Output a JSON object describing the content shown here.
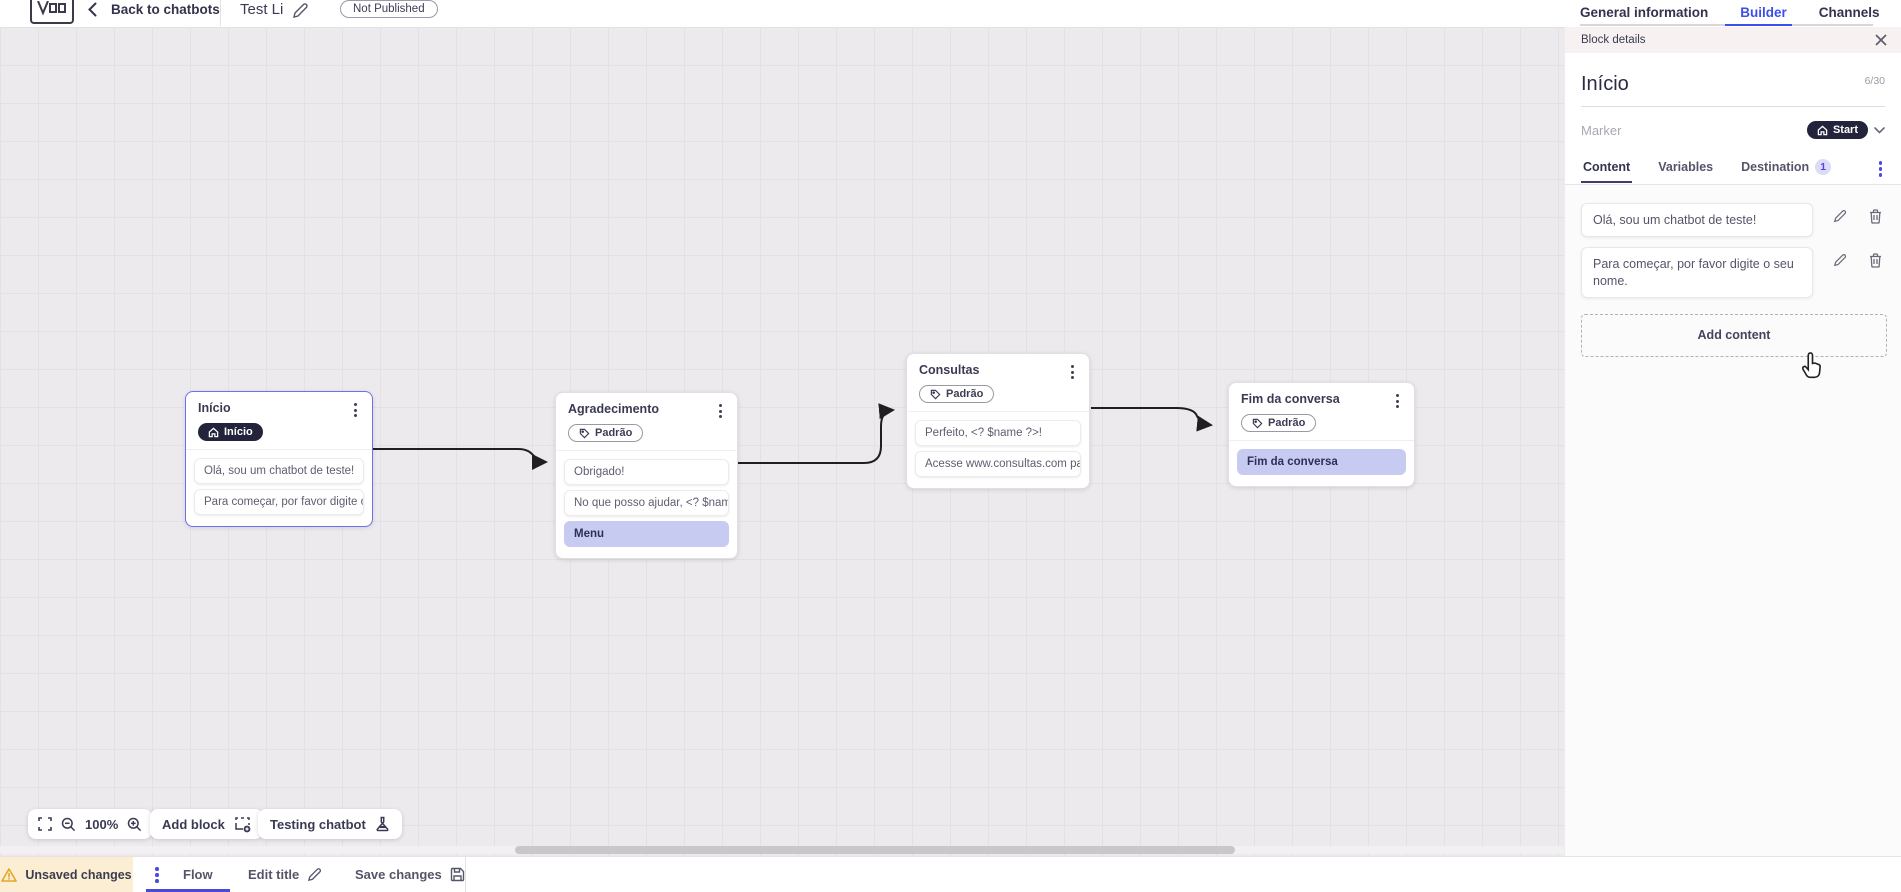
{
  "topbar": {
    "back_label": "Back to chatbots",
    "title": "Test Li",
    "status_badge": "Not Published",
    "tabs": [
      {
        "label": "General information",
        "active": false
      },
      {
        "label": "Builder",
        "active": true
      },
      {
        "label": "Channels",
        "active": false
      }
    ]
  },
  "panel": {
    "header": "Block details",
    "block_name": "Início",
    "char_counter": "6/30",
    "marker_label": "Marker",
    "marker_value": "Start",
    "tabs": [
      {
        "label": "Content",
        "active": true
      },
      {
        "label": "Variables",
        "active": false
      },
      {
        "label": "Destination",
        "active": false,
        "badge": "1"
      }
    ],
    "messages": [
      {
        "text": "Olá, sou um chatbot de teste!"
      },
      {
        "text": "Para começar, por favor digite o seu nome."
      }
    ],
    "add_content_label": "Add content"
  },
  "canvas": {
    "nodes": [
      {
        "title": "Início",
        "badge": "Início",
        "items": [
          {
            "text": "Olá, sou um chatbot de teste!"
          },
          {
            "text": "Para começar, por favor digite o ..."
          }
        ]
      },
      {
        "title": "Agradecimento",
        "badge": "Padrão",
        "items": [
          {
            "text": "Obrigado!"
          },
          {
            "text": "No que posso ajudar, <? $name ..."
          },
          {
            "text": "Menu",
            "highlight": true
          }
        ]
      },
      {
        "title": "Consultas",
        "badge": "Padrão",
        "items": [
          {
            "text": "Perfeito, <? $name ?>!"
          },
          {
            "text": "Acesse www.consultas.com par..."
          }
        ]
      },
      {
        "title": "Fim da conversa",
        "badge": "Padrão",
        "items": [
          {
            "text": "Fim da conversa",
            "highlight": true
          }
        ]
      }
    ],
    "controls": {
      "zoom_level": "100%",
      "add_block_label": "Add block",
      "testing_label": "Testing chatbot"
    }
  },
  "bottombar": {
    "unsaved_label": "Unsaved changes",
    "flow_tab": "Flow",
    "edit_title_label": "Edit title",
    "save_label": "Save changes"
  },
  "colors": {
    "accent_blue": "#3d4eea",
    "indigo_dots": "#4a4ae0",
    "start_pill_bg": "#23233b",
    "highlight_card": "#c7cbf2",
    "warning_orange": "#e5a42c",
    "canvas_bg": "#eceaec",
    "selected_node_border": "#6f6ff0"
  }
}
